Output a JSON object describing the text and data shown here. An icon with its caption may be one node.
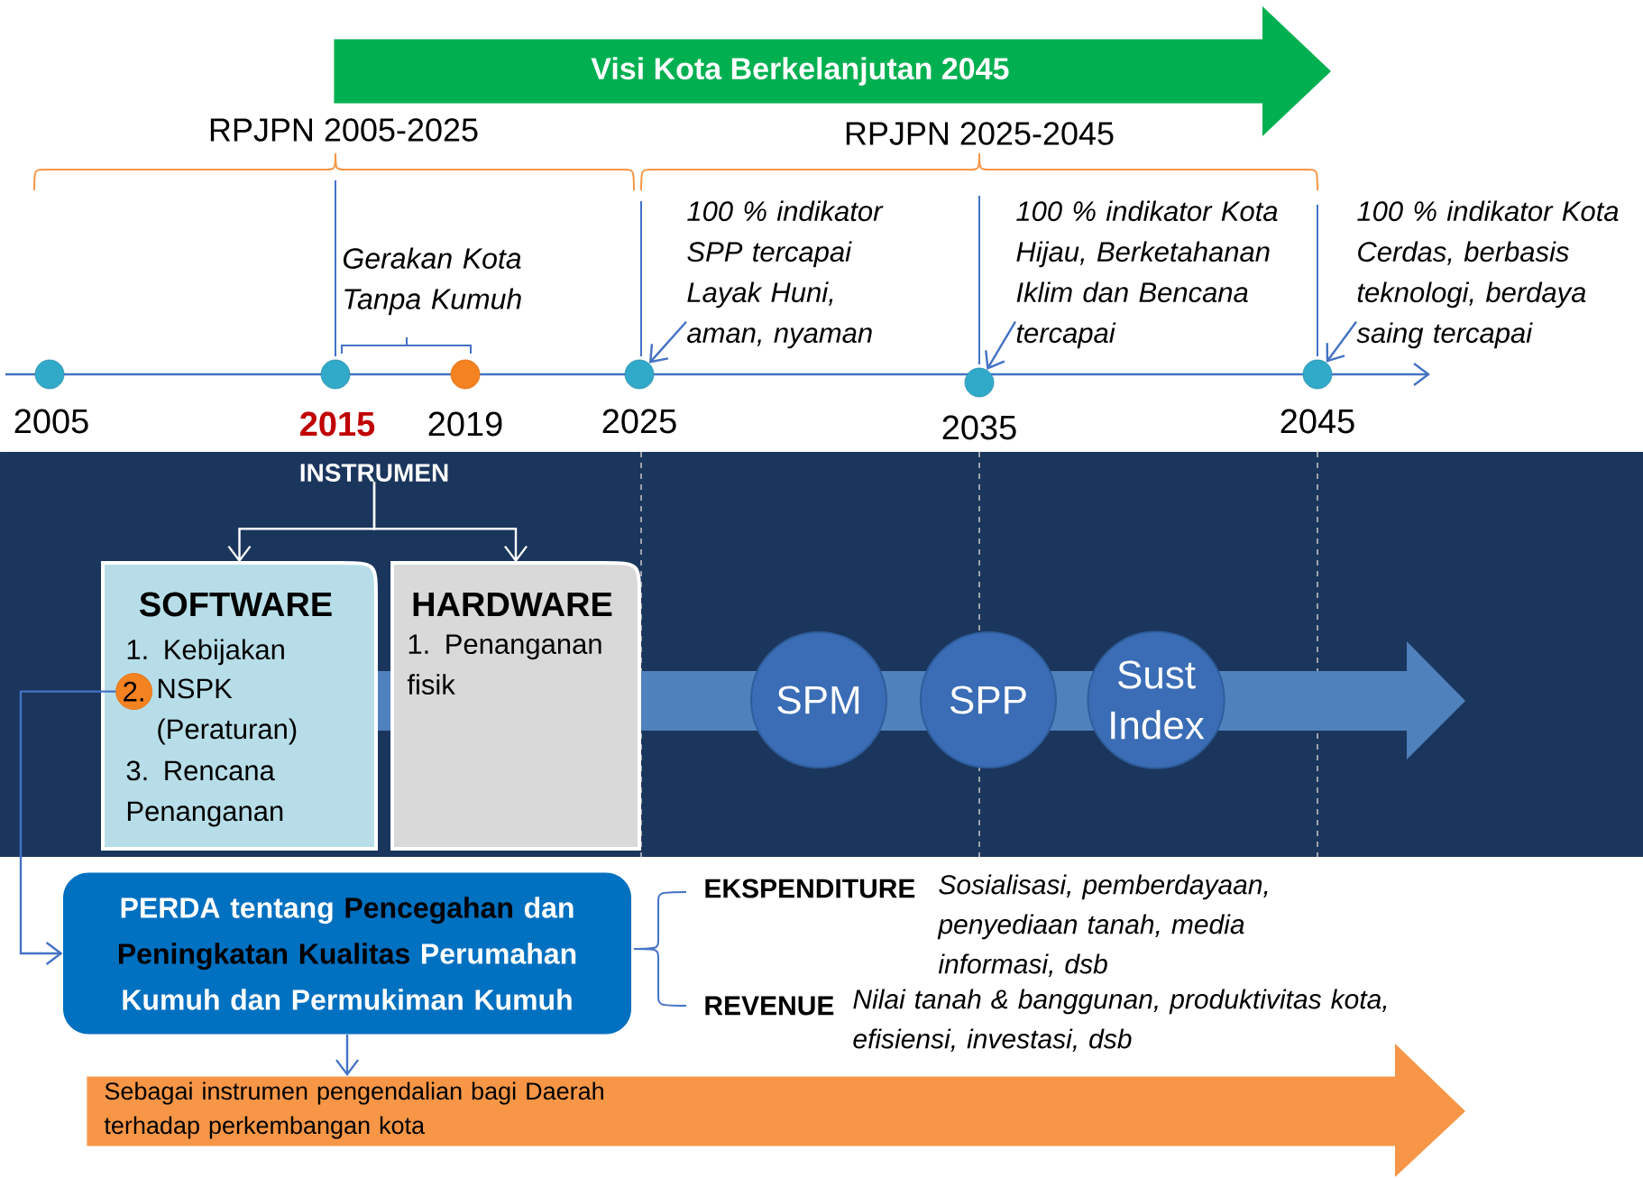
{
  "diagram": {
    "nodes": [
      {
        "text": [
          "Visi Kota Berkelanjutan 2045"
        ]
      },
      {
        "text": [],
        "shape": "circle",
        "beside": [
          "2005"
        ]
      },
      {
        "text": [],
        "shape": "circle",
        "beside": [
          "2015"
        ]
      },
      {
        "text": [],
        "shape": "circle",
        "beside": [
          "2019"
        ]
      },
      {
        "text": [],
        "shape": "circle",
        "beside": [
          "2025"
        ]
      },
      {
        "text": [],
        "shape": "circle",
        "beside": [
          "2035"
        ]
      },
      {
        "text": [],
        "shape": "circle",
        "beside": [
          "2045"
        ]
      },
      {
        "text": [
          "100 % indikator SPP tercapai Layak Huni, aman, nyaman"
        ]
      },
      {
        "text": [
          "100 % indikator Kota Hijau, Berketahanan Iklim dan Bencana tercapai"
        ]
      },
      {
        "text": [
          "100 % indikator Kota Cerdas, berbasis teknologi, berdaya saing tercapai"
        ]
      },
      {
        "text": [
          "INSTRUMEN"
        ]
      },
      {
        "text": [
          "SOFTWARE",
          "1. Kebijakan",
          "NSPK (Peraturan)",
          "3. Rencana Penanganan"
        ]
      },
      {
        "text": [
          "2."
        ],
        "in": 11
      },
      {
        "text": [
          "HARDWARE",
          "1. Penanganan fisik"
        ]
      },
      {
        "text": [
          "SPM"
        ]
      },
      {
        "text": [
          "SPP"
        ]
      },
      {
        "text": [
          "Sust Index"
        ]
      },
      {
        "text": [
          "PERDA tentang **Pencegahan** dan **Peningkatan Kualitas** Perumahan Kumuh dan Permukiman Kumuh"
        ]
      },
      {
        "text": [
          "Sebagai instrumen pengendalian bagi Daerah terhadap perkembangan kota"
        ]
      }
    ],
    "edges": [
      {
        "from": 7,
        "to": 4,
        "arrow": "to"
      },
      {
        "from": 8,
        "to": 5,
        "arrow": "to"
      },
      {
        "from": 9,
        "to": 6,
        "arrow": "to"
      },
      {
        "from": 10,
        "to": 11,
        "arrow": "to",
        "color": "#ffffff"
      },
      {
        "from": 10,
        "to": 13,
        "arrow": "to",
        "color": "#ffffff"
      },
      {
        "from": 12,
        "to": 17,
        "arrow": "to"
      },
      {
        "from": 17,
        "to": 18,
        "arrow": "to"
      }
    ],
    "labels": [
      "RPJPN 2005-2025",
      "RPJPN 2025-2045",
      "Gerakan Kota Tanpa Kumuh",
      "EKSPENDITURE",
      "Sosialisasi, pemberdayaan, penyediaan tanah, media informasi, dsb",
      "REVENUE",
      "Nilai tanah & banggunan, produktivitas kota, efisiensi, investasi, dsb"
    ]
  }
}
